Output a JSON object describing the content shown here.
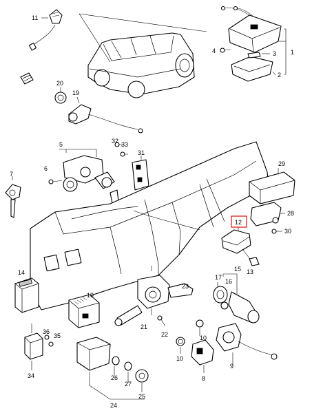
{
  "diagram": {
    "callouts": [
      "1",
      "2",
      "3",
      "4",
      "5",
      "6",
      "7",
      "8",
      "9",
      "10",
      "11",
      "12",
      "13",
      "14",
      "15",
      "16",
      "17",
      "19",
      "20",
      "21",
      "22",
      "23",
      "24",
      "25",
      "26",
      "27",
      "28",
      "29",
      "30",
      "31",
      "32",
      "33",
      "34",
      "35",
      "36"
    ],
    "highlighted_callout": "12",
    "highlight_color": "#e02020"
  }
}
